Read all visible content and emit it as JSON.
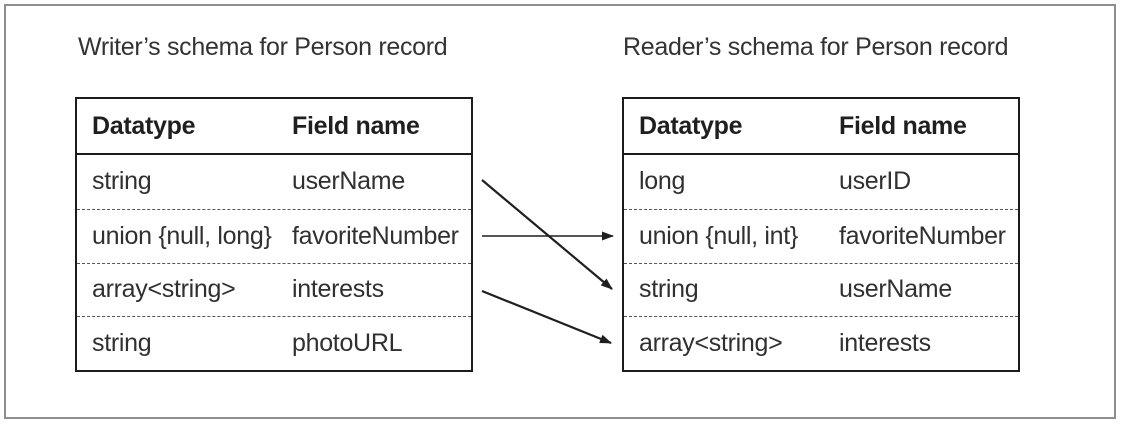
{
  "figure": {
    "writer_schema": {
      "title": "Writer’s schema for Person record",
      "columns": [
        "Datatype",
        "Field name"
      ],
      "rows": [
        {
          "datatype": "string",
          "field_name": "userName"
        },
        {
          "datatype": "union {null, long}",
          "field_name": "favoriteNumber"
        },
        {
          "datatype": "array<string>",
          "field_name": "interests"
        },
        {
          "datatype": "string",
          "field_name": "photoURL"
        }
      ]
    },
    "reader_schema": {
      "title": "Reader’s schema for Person record",
      "columns": [
        "Datatype",
        "Field name"
      ],
      "rows": [
        {
          "datatype": "long",
          "field_name": "userID"
        },
        {
          "datatype": "union {null, int}",
          "field_name": "favoriteNumber"
        },
        {
          "datatype": "string",
          "field_name": "userName"
        },
        {
          "datatype": "array<string>",
          "field_name": "interests"
        }
      ]
    },
    "field_mappings": [
      {
        "writer_field": "userName",
        "writer_row": 1,
        "reader_row": 3
      },
      {
        "writer_field": "favoriteNumber",
        "writer_row": 2,
        "reader_row": 2
      },
      {
        "writer_field": "interests",
        "writer_row": 3,
        "reader_row": 4
      }
    ],
    "colors": {
      "background": "#ffffff",
      "frame_border": "#8e8e8e",
      "table_border": "#1c1c1c",
      "dashed_divider": "#555555",
      "text": "#303030",
      "arrow": "#1f1f1f"
    }
  }
}
